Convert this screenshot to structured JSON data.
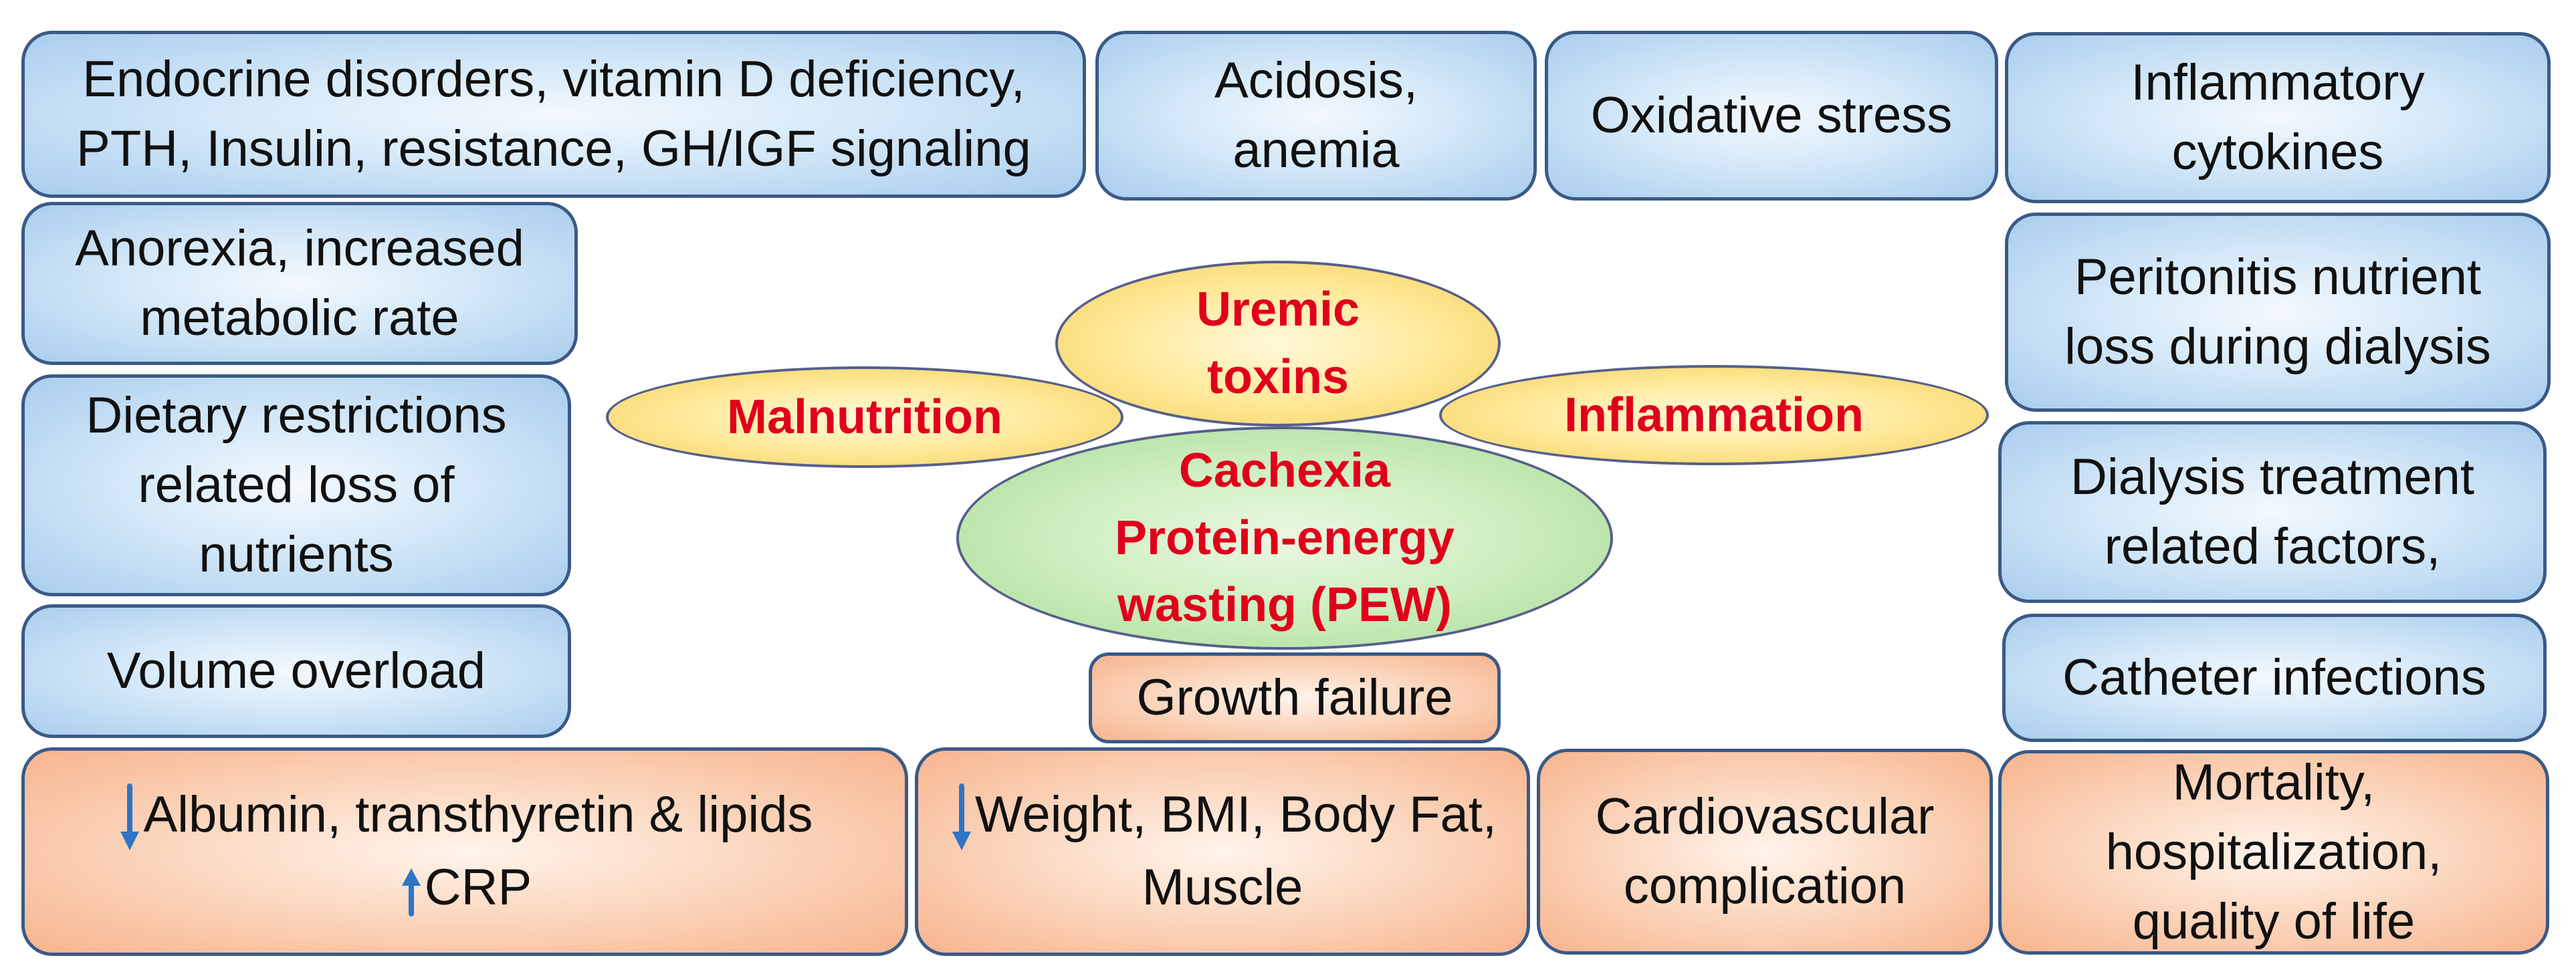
{
  "top_row": {
    "endocrine": [
      "Endocrine disorders, vitamin D deficiency,",
      "PTH, Insulin, resistance, GH/IGF signaling"
    ],
    "acidosis": [
      "Acidosis,",
      "anemia"
    ],
    "oxidative": [
      "Oxidative stress"
    ],
    "cytokines": [
      "Inflammatory",
      "cytokines"
    ]
  },
  "left_column": {
    "anorexia": [
      "Anorexia, increased",
      "metabolic rate"
    ],
    "dietary": [
      "Dietary restrictions",
      "related loss of",
      "nutrients"
    ],
    "volume": [
      "Volume overload"
    ]
  },
  "right_column": {
    "peritonitis": [
      "Peritonitis nutrient",
      "loss during dialysis"
    ],
    "dialysis": [
      "Dialysis treatment",
      "related factors,"
    ],
    "catheter": [
      "Catheter infections"
    ]
  },
  "center": {
    "uremic": [
      "Uremic",
      "toxins"
    ],
    "malnutrition": [
      "Malnutrition"
    ],
    "inflammation": [
      "Inflammation"
    ],
    "cachexia": [
      "Cachexia",
      "Protein-energy",
      "wasting (PEW)"
    ],
    "growth": [
      "Growth failure"
    ]
  },
  "bottom_row": {
    "albumin": [
      "Albumin, transthyretin & lipids",
      "CRP"
    ],
    "weight": [
      "Weight, BMI, Body Fat,",
      "Muscle"
    ],
    "cardio": [
      "Cardiovascular",
      "complication"
    ],
    "mortality": [
      "Mortality,",
      "hospitalization,",
      "quality of life"
    ]
  },
  "icons": {
    "down": "arrow-down-icon",
    "up": "arrow-up-icon",
    "arrow_color": "#2e75c6"
  },
  "colors": {
    "emphasis_text": "#e0001b",
    "border": "#3a5a86",
    "blue_fill": "#bcd9f2",
    "orange_fill": "#f9c6a6",
    "yellow_fill": "#ffe58f",
    "green_fill": "#c6ebb5"
  }
}
